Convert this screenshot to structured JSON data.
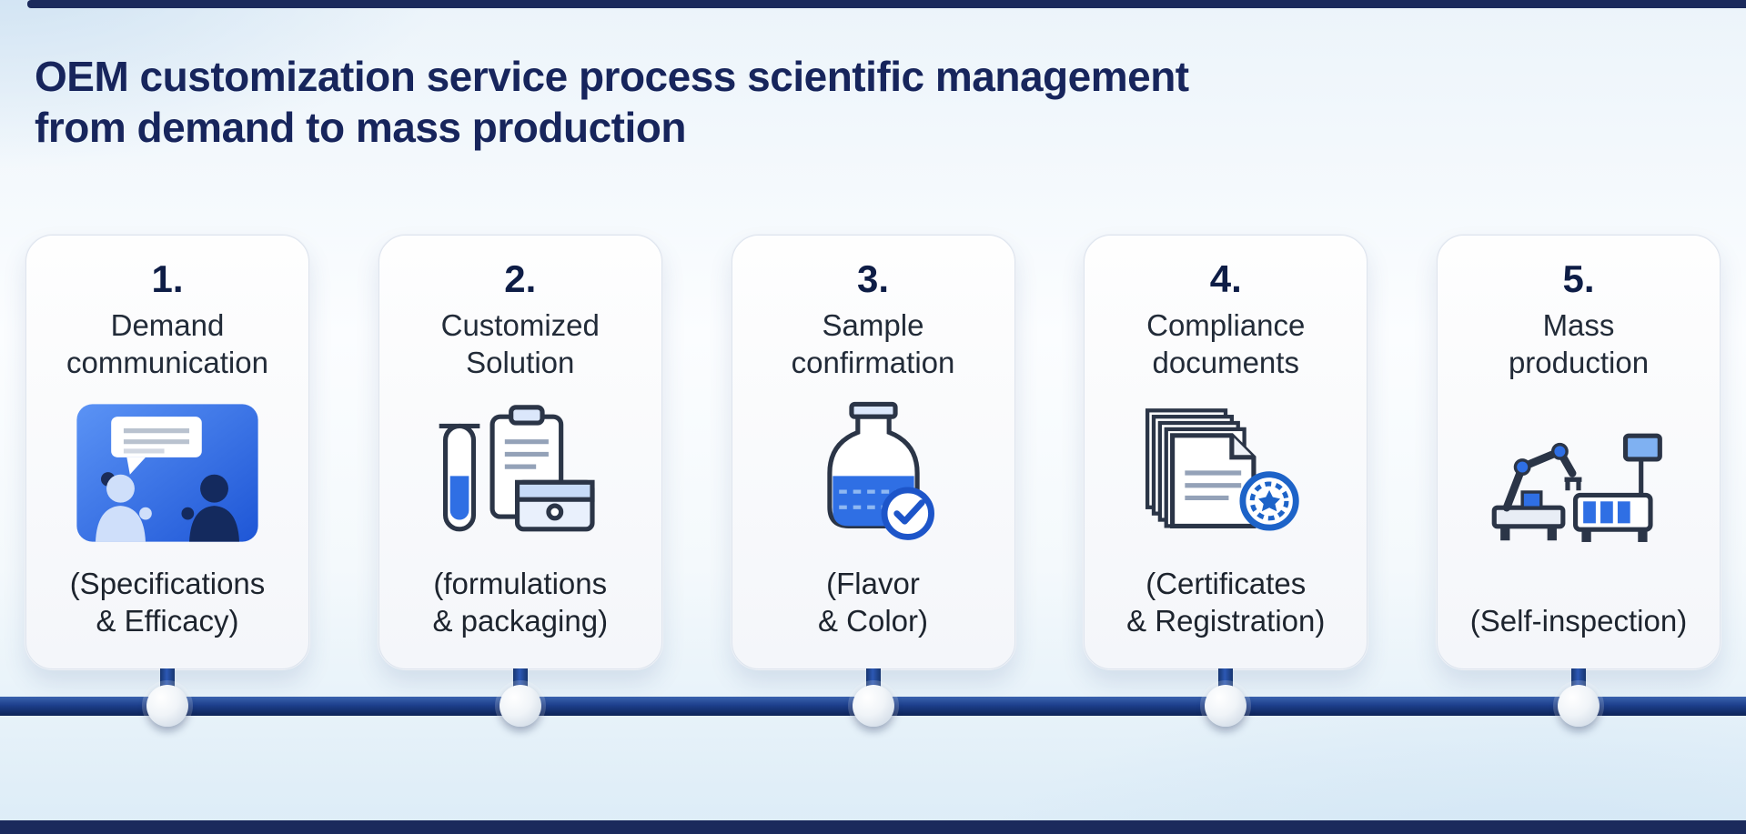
{
  "header": {
    "title": "OEM customization service process scientific management\nfrom demand to mass production"
  },
  "steps": [
    {
      "number": "1.",
      "title": "Demand\ncommunication",
      "subtitle": "(Specifications\n& Efficacy)",
      "icon": "communication-icon"
    },
    {
      "number": "2.",
      "title": "Customized\nSolution",
      "subtitle": "(formulations\n& packaging)",
      "icon": "formulation-icon"
    },
    {
      "number": "3.",
      "title": "Sample\nconfirmation",
      "subtitle": "(Flavor\n& Color)",
      "icon": "sample-bottle-icon"
    },
    {
      "number": "4.",
      "title": "Compliance\ndocuments",
      "subtitle": "(Certificates\n& Registration)",
      "icon": "documents-seal-icon"
    },
    {
      "number": "5.",
      "title": "Mass\nproduction",
      "subtitle": "(Self-inspection)",
      "icon": "robotic-production-icon"
    }
  ],
  "colors": {
    "title_navy": "#17255c",
    "accent_blue": "#2f6fe4",
    "seal_blue": "#1d55c9",
    "timeline_bar": "#1d3f8c",
    "strip_navy": "#1b2a5c",
    "card_background": "#f7f9fb"
  }
}
